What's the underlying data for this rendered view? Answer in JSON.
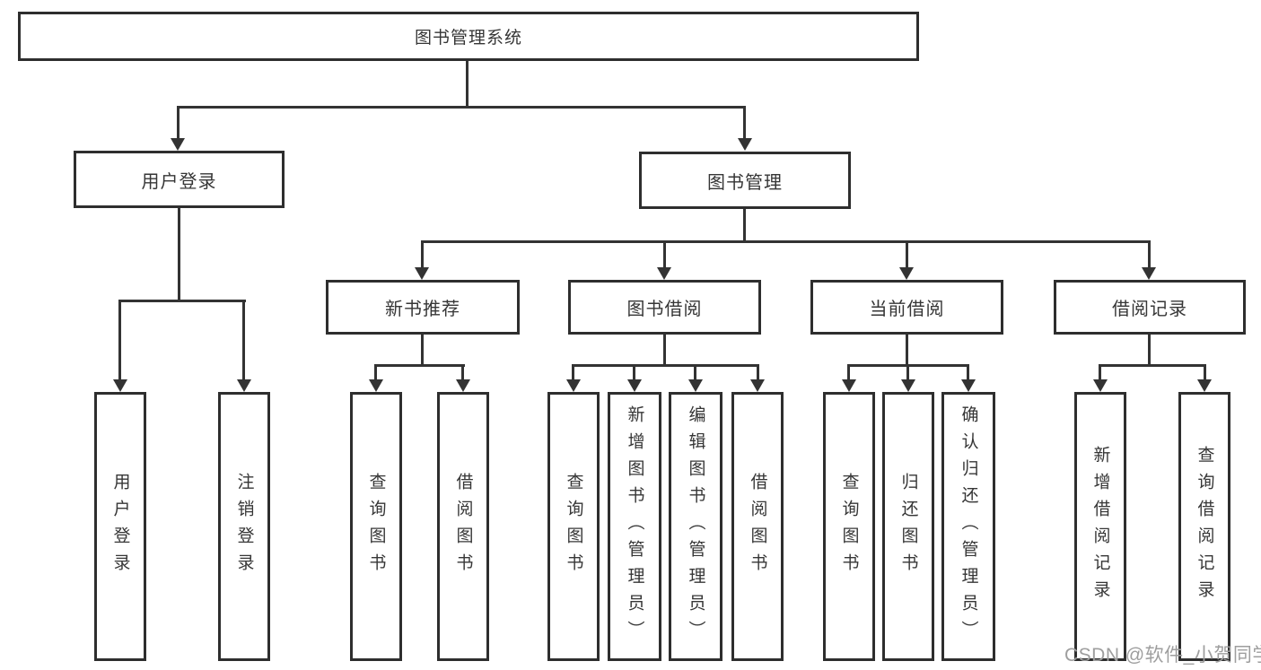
{
  "watermark": "CSDN @软件_小贺同学",
  "colors": {
    "line": "#333333",
    "box_border": "#2e2e2e",
    "text": "#363636",
    "watermark": "#9e9e9e",
    "background": "#ffffff"
  },
  "tree": {
    "root": {
      "label": "图书管理系统"
    },
    "level2": [
      {
        "label": "用户登录",
        "leaves": [
          {
            "label": "用户登录"
          },
          {
            "label": "注销登录"
          }
        ]
      },
      {
        "label": "图书管理",
        "groups": [
          {
            "label": "新书推荐",
            "leaves": [
              {
                "label": "查询图书"
              },
              {
                "label": "借阅图书"
              }
            ]
          },
          {
            "label": "图书借阅",
            "leaves": [
              {
                "label": "查询图书"
              },
              {
                "label": "新增图书（管理员）"
              },
              {
                "label": "编辑图书（管理员）"
              },
              {
                "label": "借阅图书"
              }
            ]
          },
          {
            "label": "当前借阅",
            "leaves": [
              {
                "label": "查询图书"
              },
              {
                "label": "归还图书"
              },
              {
                "label": "确认归还（管理员）"
              }
            ]
          },
          {
            "label": "借阅记录",
            "leaves": [
              {
                "label": "新增借阅记录"
              },
              {
                "label": "查询借阅记录"
              }
            ]
          }
        ]
      }
    ]
  }
}
